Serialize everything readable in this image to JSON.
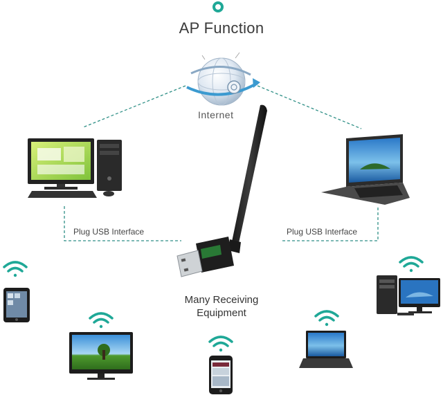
{
  "title": "AP Function",
  "internet_label": "Internet",
  "plug_left_label": "Plug USB Interface",
  "plug_right_label": "Plug USB Interface",
  "center_label_line1": "Many Receiving",
  "center_label_line2": "Equipment",
  "colors": {
    "accent": "#1fa897",
    "dashed_line": "#2e8f86",
    "text": "#3a3a3a"
  },
  "icons": [
    "globe-icon",
    "desktop-computer-icon",
    "laptop-icon",
    "usb-wifi-adapter-icon",
    "tablet-icon",
    "monitor-icon",
    "smartphone-icon",
    "small-laptop-icon",
    "desktop-tower-icon",
    "wifi-signal-icon"
  ]
}
